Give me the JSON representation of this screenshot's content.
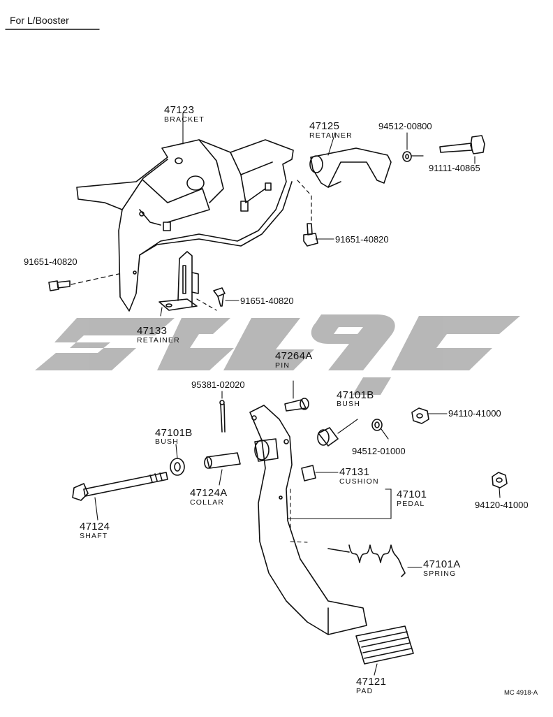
{
  "header": {
    "title": "For L/Booster"
  },
  "watermark": {
    "color": "#b4b4b4"
  },
  "parts": {
    "bracket": {
      "number": "47123",
      "name": "BRACKET"
    },
    "retainer_top": {
      "number": "47125",
      "name": "RETAINER"
    },
    "washer_top": {
      "number": "94512-00800"
    },
    "bolt_top": {
      "number": "91111-40865"
    },
    "bolt_right": {
      "number": "91651-40820"
    },
    "bolt_left": {
      "number": "91651-40820"
    },
    "bolt_mid": {
      "number": "91651-40820"
    },
    "retainer_bottom": {
      "number": "47133",
      "name": "RETAINER"
    },
    "pin": {
      "number": "47264A",
      "name": "PIN"
    },
    "cotter_pin": {
      "number": "95381-02020"
    },
    "bush_right": {
      "number": "47101B",
      "name": "BUSH"
    },
    "nut_right": {
      "number": "94110-41000"
    },
    "washer_right": {
      "number": "94512-01000"
    },
    "bush_left": {
      "number": "47101B",
      "name": "BUSH"
    },
    "cushion": {
      "number": "47131",
      "name": "CUSHION"
    },
    "pedal": {
      "number": "47101",
      "name": "PEDAL"
    },
    "nut_far": {
      "number": "94120-41000"
    },
    "collar": {
      "number": "47124A",
      "name": "COLLAR"
    },
    "shaft": {
      "number": "47124",
      "name": "SHAFT"
    },
    "spring": {
      "number": "47101A",
      "name": "SPRING"
    },
    "pad": {
      "number": "47121",
      "name": "PAD"
    }
  },
  "footer": {
    "code": "MC 4918-A"
  }
}
